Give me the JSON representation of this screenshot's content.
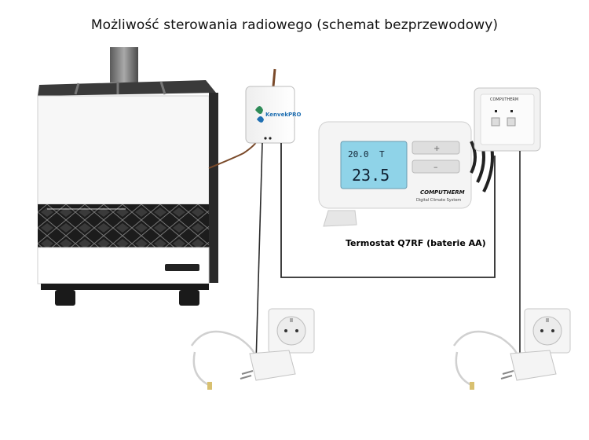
{
  "diagram": {
    "title": "Możliwość sterowania radiowego (schemat bezprzewodowy)",
    "thermostat_caption": "Termostat Q7RF (baterie AA)",
    "receiver_brand": "KenvekPRO",
    "thermostat_display": {
      "set_temp": "20.0",
      "current_temp": "23.5",
      "brand": "COMPUTHERM",
      "tagline": "Digital Climate System"
    },
    "remote_unit_brand": "COMPUTHERM",
    "colors": {
      "heater_body": "#f7f7f7",
      "heater_panel": "#1e1e1e",
      "wire": "#2a2a2a",
      "antenna_cable": "#7a4a2a",
      "lcd": "#8fd3e8"
    }
  }
}
